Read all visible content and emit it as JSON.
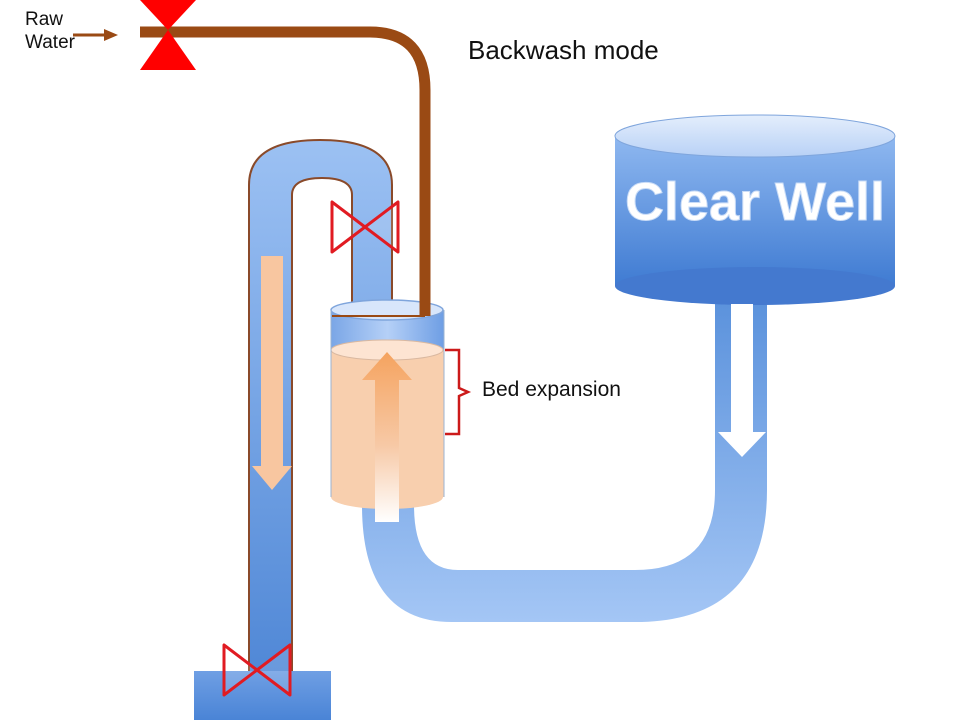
{
  "labels": {
    "raw_water_line1": "Raw",
    "raw_water_line2": "Water",
    "title": "Backwash mode",
    "bed_expansion": "Bed expansion",
    "clear_well": "Clear Well"
  },
  "colors": {
    "water_light": "#9cc1f3",
    "water_dark": "#4f87d6",
    "raw_pipe": "#9a4a14",
    "valve_outline": "#e11b22",
    "valve_fill": "#ff0000",
    "media": "#f8cfae",
    "flow_arrow": "#f6b98e",
    "bracket": "#cc1a1a"
  },
  "valves": [
    {
      "name": "raw-water-valve",
      "state": "closed"
    },
    {
      "name": "filter-outlet-valve",
      "state": "open"
    },
    {
      "name": "waste-drain-valve",
      "state": "open"
    }
  ]
}
